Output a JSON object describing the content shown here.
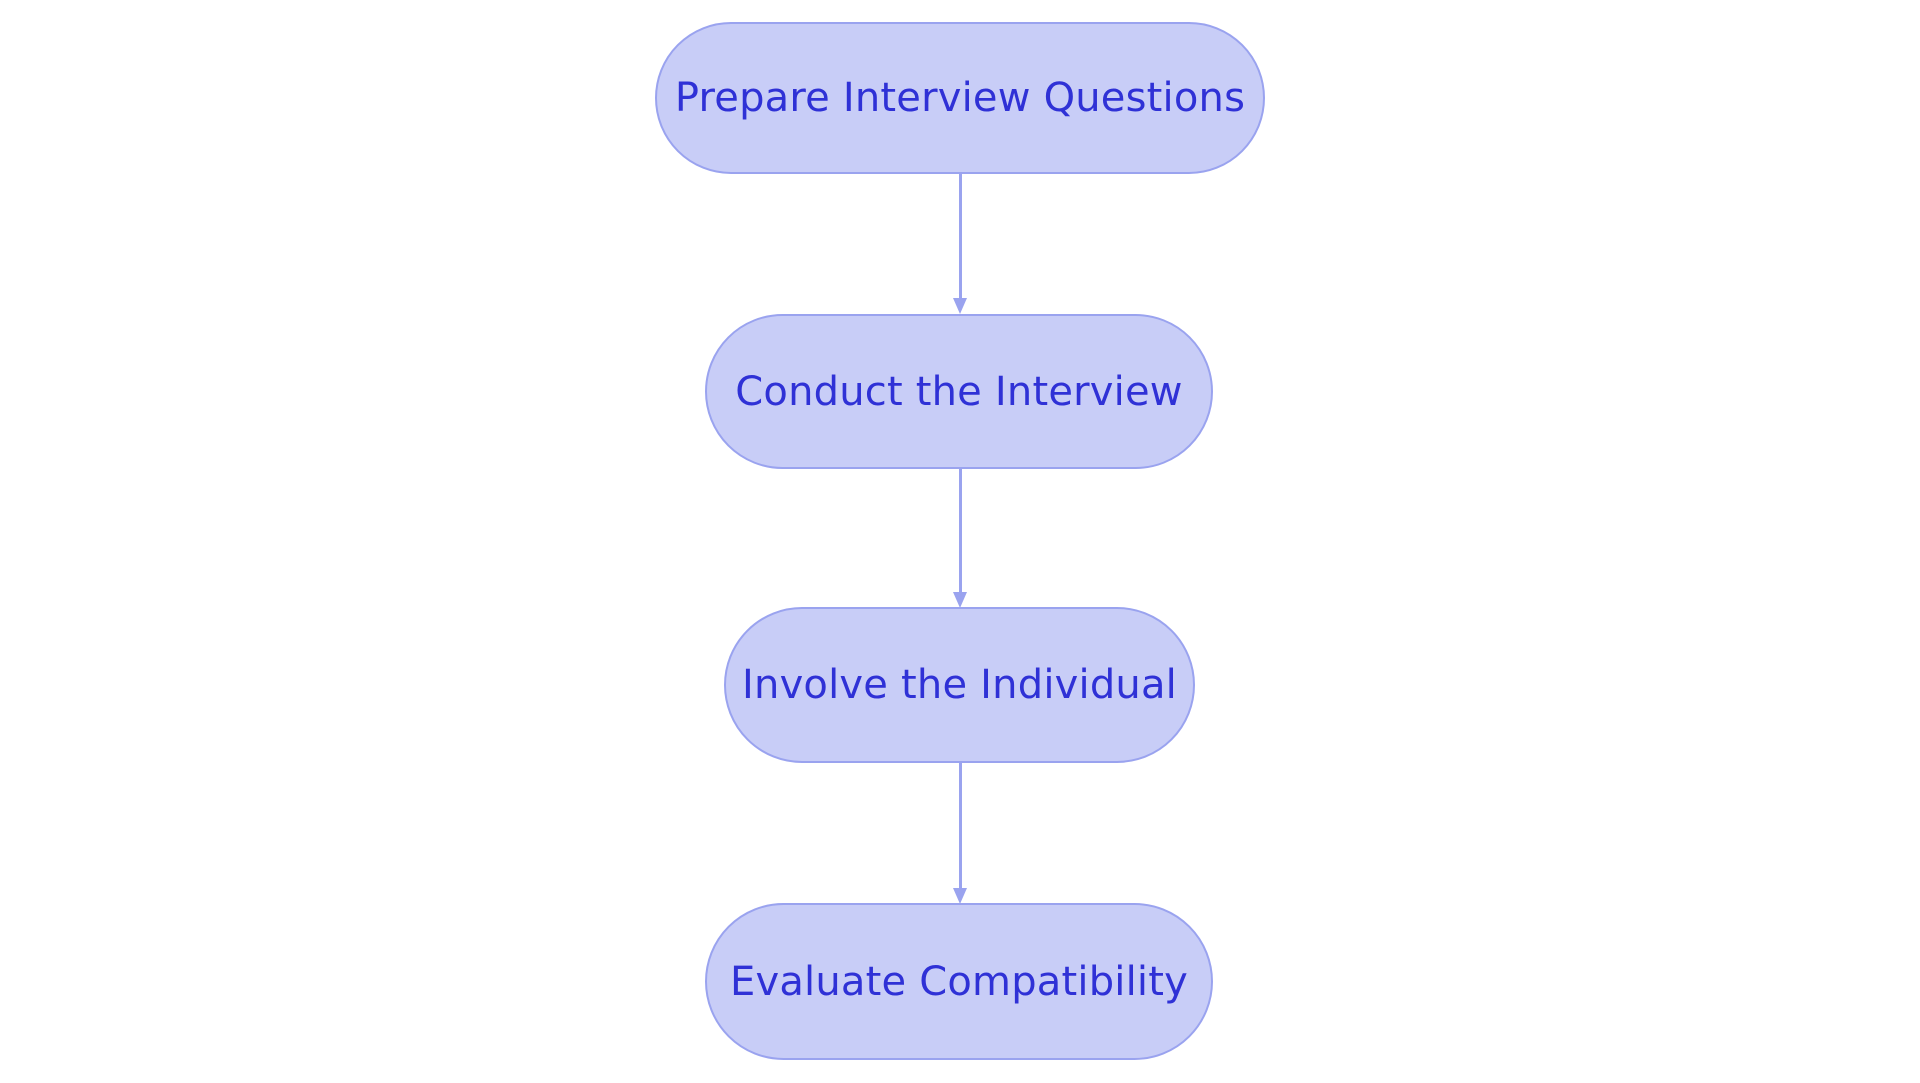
{
  "diagram": {
    "type": "flowchart",
    "orientation": "vertical-top-to-bottom",
    "background_color": "#ffffff",
    "node_fill_color": "#c8cdf7",
    "node_border_color": "#9aa3ef",
    "node_text_color": "#2f31d6",
    "connector_color": "#9aa3ef",
    "nodes": [
      {
        "id": "prepare-interview-questions",
        "label": "Prepare Interview Questions",
        "order": 1
      },
      {
        "id": "conduct-the-interview",
        "label": "Conduct the Interview",
        "order": 2
      },
      {
        "id": "involve-the-individual",
        "label": "Involve the Individual",
        "order": 3
      },
      {
        "id": "evaluate-compatibility",
        "label": "Evaluate Compatibility",
        "order": 4
      }
    ],
    "edges": [
      {
        "from": "prepare-interview-questions",
        "to": "conduct-the-interview",
        "style": "solid-arrow",
        "label": ""
      },
      {
        "from": "conduct-the-interview",
        "to": "involve-the-individual",
        "style": "solid-arrow",
        "label": ""
      },
      {
        "from": "involve-the-individual",
        "to": "evaluate-compatibility",
        "style": "solid-arrow",
        "label": ""
      }
    ]
  }
}
